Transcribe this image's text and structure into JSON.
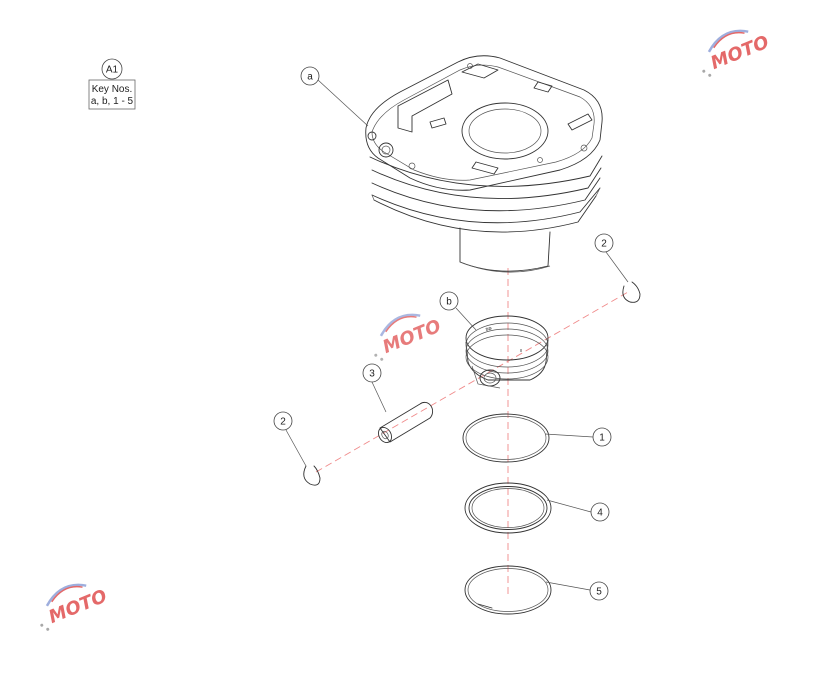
{
  "key_box": {
    "label": "A1",
    "line1": "Key Nos.",
    "line2": "a, b, 1 - 5"
  },
  "callouts": [
    {
      "id": "a",
      "label": "a"
    },
    {
      "id": "b",
      "label": "b"
    },
    {
      "id": "1",
      "label": "1"
    },
    {
      "id": "2a",
      "label": "2"
    },
    {
      "id": "2b",
      "label": "2"
    },
    {
      "id": "3",
      "label": "3"
    },
    {
      "id": "4",
      "label": "4"
    },
    {
      "id": "5",
      "label": "5"
    }
  ],
  "colors": {
    "line": "#333333",
    "axis": "#f08a8a",
    "watermark_red": "#e05050",
    "watermark_blue": "#8ea0d8"
  },
  "watermark": {
    "text": "MOTO"
  }
}
